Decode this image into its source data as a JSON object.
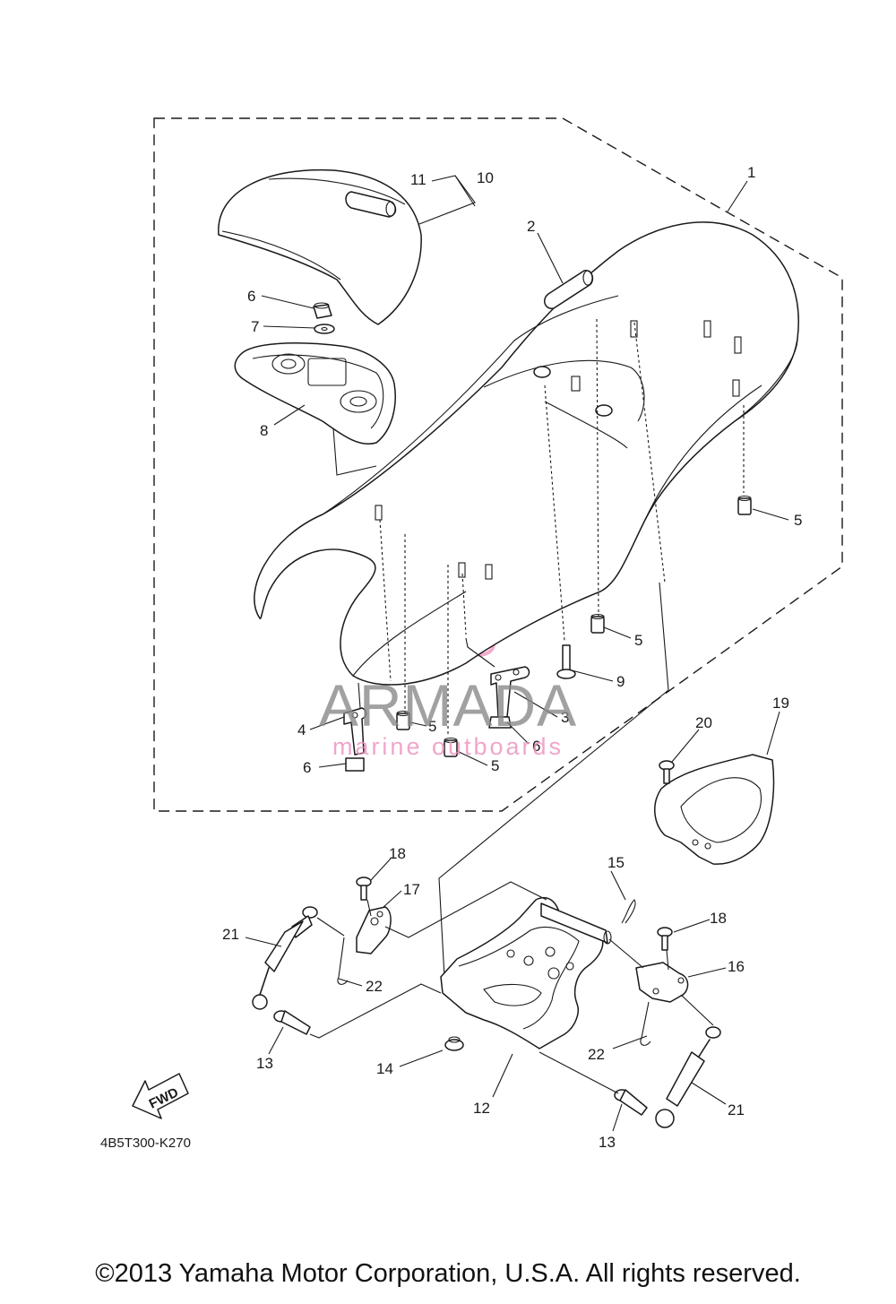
{
  "callouts": {
    "c1": "1",
    "c2": "2",
    "c3": "3",
    "c4": "4",
    "c5a": "5",
    "c5b": "5",
    "c5c": "5",
    "c5d": "5",
    "c6a": "6",
    "c6b": "6",
    "c6c": "6",
    "c7": "7",
    "c8": "8",
    "c9": "9",
    "c10": "10",
    "c11": "11",
    "c12": "12",
    "c13a": "13",
    "c13b": "13",
    "c14": "14",
    "c15": "15",
    "c16": "16",
    "c17": "17",
    "c18a": "18",
    "c18b": "18",
    "c19": "19",
    "c20": "20",
    "c21a": "21",
    "c21b": "21",
    "c22a": "22",
    "c22b": "22"
  },
  "fwd_label": "FWD",
  "diagram_ref": "4B5T300-K270",
  "watermark": {
    "brand": "ARMADA",
    "tagline": "marine outboards",
    "accent_color": "#ee8fbd"
  },
  "copyright": "©2013 Yamaha Motor Corporation, U.S.A. All rights reserved."
}
